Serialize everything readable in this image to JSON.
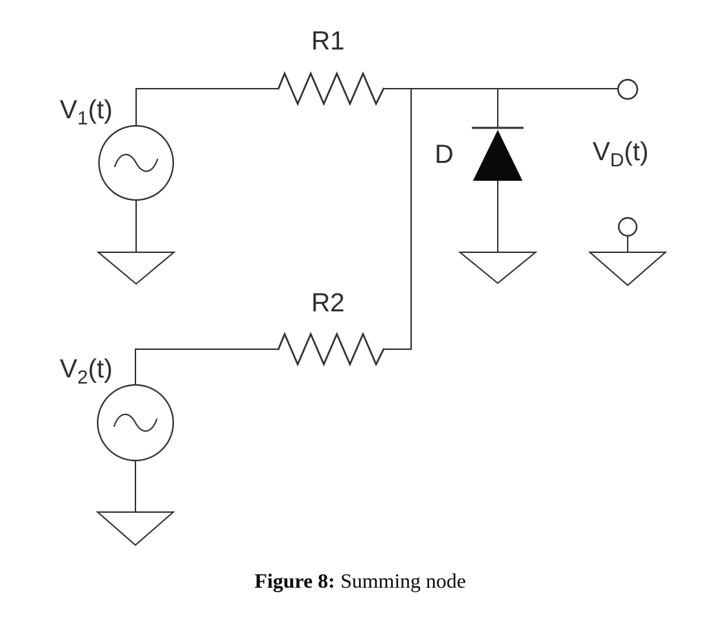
{
  "circuit": {
    "sources": [
      {
        "name": "V",
        "sub": "1",
        "tail": "(t)"
      },
      {
        "name": "V",
        "sub": "2",
        "tail": "(t)"
      }
    ],
    "resistors": [
      {
        "label": "R1"
      },
      {
        "label": "R2"
      }
    ],
    "diode": {
      "label": "D"
    },
    "output": {
      "name": "V",
      "sub": "D",
      "tail": "(t)"
    }
  },
  "caption": {
    "label": "Figure 8:",
    "text": "Summing node"
  },
  "colors": {
    "line": "#333333",
    "label_text": "#2e2e2e",
    "caption_text": "#0a0a0a",
    "diode_fill": "#0a0a0a",
    "background": "#ffffff"
  }
}
